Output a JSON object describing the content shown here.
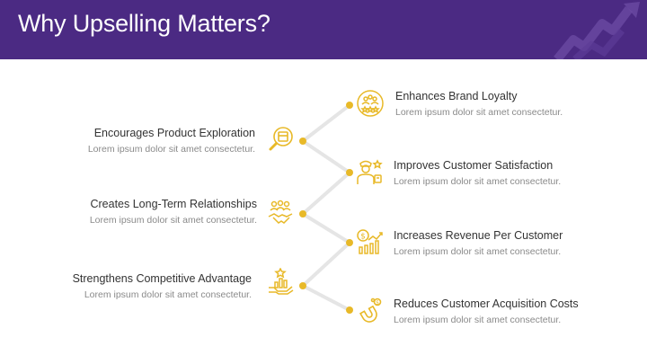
{
  "slide": {
    "title": "Why Upselling Matters?"
  },
  "colors": {
    "header": "#4b2a83",
    "accent": "#e8b928",
    "connector": "#e5e5e5"
  },
  "left_items": [
    {
      "title": "Encourages Product Exploration",
      "desc": "Lorem ipsum dolor sit amet consectetur.",
      "icon": "magnifier-product-icon"
    },
    {
      "title": "Creates Long-Term Relationships",
      "desc": "Lorem ipsum dolor sit amet consectetur.",
      "icon": "handshake-group-icon"
    },
    {
      "title": "Strengthens Competitive Advantage",
      "desc": "Lorem ipsum dolor sit amet consectetur.",
      "icon": "growth-hand-icon"
    }
  ],
  "right_items": [
    {
      "title": "Enhances Brand Loyalty",
      "desc": "Lorem ipsum dolor sit amet consectetur.",
      "icon": "loyalty-stars-icon"
    },
    {
      "title": "Improves Customer Satisfaction",
      "desc": "Lorem ipsum dolor sit amet consectetur.",
      "icon": "customer-rating-icon"
    },
    {
      "title": "Increases Revenue Per Customer",
      "desc": "Lorem ipsum dolor sit amet consectetur.",
      "icon": "revenue-chart-icon"
    },
    {
      "title": "Reduces Customer Acquisition Costs",
      "desc": "Lorem ipsum dolor sit amet consectetur.",
      "icon": "magnet-icon"
    }
  ]
}
